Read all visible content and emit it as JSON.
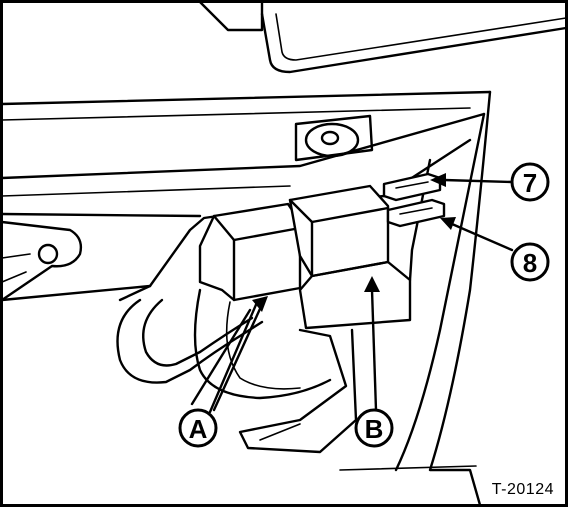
{
  "figure": {
    "callouts": [
      {
        "id": "A",
        "label": "A"
      },
      {
        "id": "B",
        "label": "B"
      },
      {
        "id": "7",
        "label": "7"
      },
      {
        "id": "8",
        "label": "8"
      }
    ],
    "reference_code": "T-20124"
  }
}
